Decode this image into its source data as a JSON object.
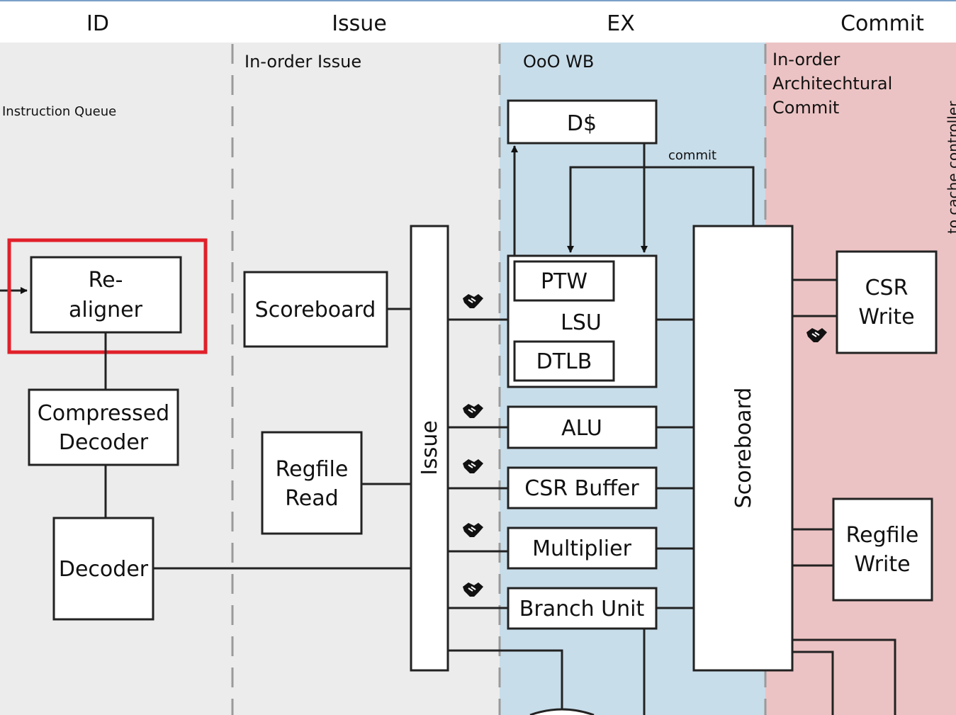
{
  "stages": {
    "id": "ID",
    "issue": "Issue",
    "ex": "EX",
    "commit": "Commit"
  },
  "regions": {
    "instruction_queue": "Instruction Queue",
    "in_order_issue": "In-order Issue",
    "ooo_wb": "OoO WB",
    "in_order_commit_line1": "In-order",
    "in_order_commit_line2": "Architechtural",
    "in_order_commit_line3": "Commit",
    "to_cache_controller": "to cache controller",
    "commit_label": "commit"
  },
  "blocks": {
    "realigner_line1": "Re-",
    "realigner_line2": "aligner",
    "compressed_decoder_line1": "Compressed",
    "compressed_decoder_line2": "Decoder",
    "decoder": "Decoder",
    "scoreboard_issue": "Scoreboard",
    "regfile_read_line1": "Regfile",
    "regfile_read_line2": "Read",
    "issue_bar": "Issue",
    "dcache": "D$",
    "ptw": "PTW",
    "lsu": "LSU",
    "dtlb": "DTLB",
    "alu": "ALU",
    "csr_buffer": "CSR Buffer",
    "multiplier": "Multiplier",
    "branch_unit": "Branch Unit",
    "scoreboard_commit": "Scoreboard",
    "csr_write_line1": "CSR",
    "csr_write_line2": "Write",
    "regfile_write_line1": "Regfile",
    "regfile_write_line2": "Write"
  },
  "colors": {
    "id_bg": "#ececec",
    "issue_bg": "#ececec",
    "ex_bg": "#c8ddea",
    "commit_bg": "#ecc3c4",
    "highlight": "#e0202a"
  },
  "icons": {
    "handshake": "handshake-icon"
  }
}
